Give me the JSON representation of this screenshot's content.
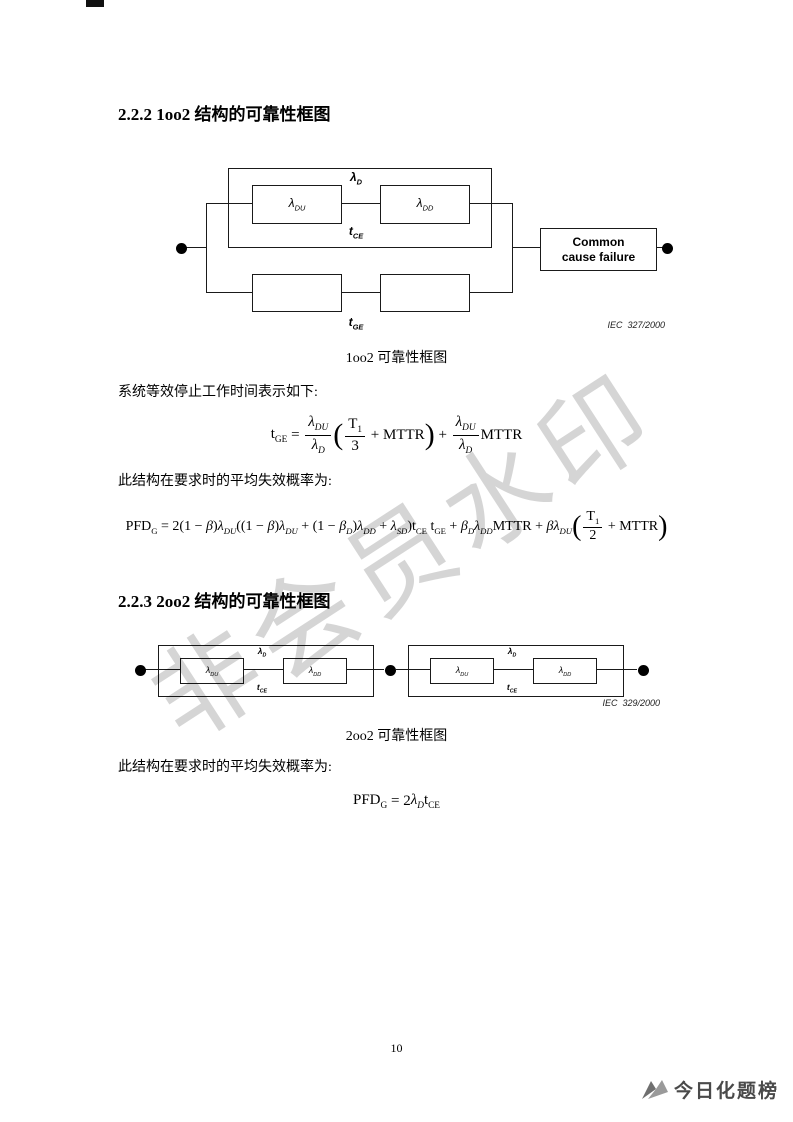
{
  "page": {
    "number": "10",
    "watermark": "非会员水印",
    "brand": "今日化题榜"
  },
  "section_1oo2": {
    "heading": "2.2.2 1oo2 结构的可靠性框图",
    "caption": "1oo2 可靠性框图",
    "intro_tge": "系统等效停止工作时间表示如下:",
    "intro_pfd": "此结构在要求时的平均失效概率为:",
    "diagram": {
      "iec_ref": "IEC  327/2000",
      "ccf_line1": "Common",
      "ccf_line2": "cause failure",
      "lambda_du": {
        "base": "λ",
        "sub": "DU"
      },
      "lambda_dd": {
        "base": "λ",
        "sub": "DD"
      },
      "lambda_d": {
        "base": "λ",
        "sub": "D"
      },
      "t_ce": {
        "base": "t",
        "sub": "CE"
      },
      "t_ge": {
        "base": "t",
        "sub": "GE"
      }
    }
  },
  "section_2oo2": {
    "heading": "2.2.3 2oo2 结构的可靠性框图",
    "caption": "2oo2 可靠性框图",
    "intro_pfd": "此结构在要求时的平均失效概率为:",
    "diagram": {
      "iec_ref": "IEC  329/2000",
      "lambda_du": {
        "base": "λ",
        "sub": "DU"
      },
      "lambda_dd": {
        "base": "λ",
        "sub": "DD"
      },
      "lambda_d": {
        "base": "λ",
        "sub": "D"
      },
      "t_ce": {
        "base": "t",
        "sub": "CE"
      }
    }
  },
  "formulas": {
    "tge": [
      {
        "t": "t",
        "s": "GE"
      },
      {
        "t": " = "
      },
      {
        "frac": {
          "num": [
            {
              "t": "λ",
              "s": "DU",
              "it": true
            }
          ],
          "den": [
            {
              "t": "λ",
              "s": "D",
              "it": true
            }
          ]
        }
      },
      {
        "paren": "("
      },
      {
        "frac": {
          "num": [
            {
              "t": "T",
              "s": "1"
            }
          ],
          "den": [
            {
              "t": "3"
            }
          ]
        }
      },
      {
        "t": " + MTTR"
      },
      {
        "paren": ")"
      },
      {
        "t": " + "
      },
      {
        "frac": {
          "num": [
            {
              "t": "λ",
              "s": "DU",
              "it": true
            }
          ],
          "den": [
            {
              "t": "λ",
              "s": "D",
              "it": true
            }
          ]
        }
      },
      {
        "t": "MTTR"
      }
    ],
    "pfd_1oo2": [
      {
        "t": "PFD",
        "s": "G"
      },
      {
        "t": " = 2(1 − "
      },
      {
        "t": "β",
        "it": true
      },
      {
        "t": ")"
      },
      {
        "t": "λ",
        "s": "DU",
        "it": true
      },
      {
        "t": "((1 − "
      },
      {
        "t": "β",
        "it": true
      },
      {
        "t": ")"
      },
      {
        "t": "λ",
        "s": "DU",
        "it": true
      },
      {
        "t": " + (1 − "
      },
      {
        "t": "β",
        "s": "D",
        "it": true
      },
      {
        "t": ")"
      },
      {
        "t": "λ",
        "s": "DD",
        "it": true
      },
      {
        "t": " + "
      },
      {
        "t": "λ",
        "s": "SD",
        "it": true
      },
      {
        "t": ")"
      },
      {
        "t": "t",
        "s": "CE"
      },
      {
        "t": " "
      },
      {
        "t": "t",
        "s": "GE"
      },
      {
        "t": " + "
      },
      {
        "t": "β",
        "s": "D",
        "it": true
      },
      {
        "t": "λ",
        "s": "DD",
        "it": true
      },
      {
        "t": "MTTR + "
      },
      {
        "t": "β",
        "it": true
      },
      {
        "t": "λ",
        "s": "DU",
        "it": true
      },
      {
        "paren": "("
      },
      {
        "frac": {
          "num": [
            {
              "t": "T",
              "s": "1"
            }
          ],
          "den": [
            {
              "t": "2"
            }
          ]
        }
      },
      {
        "t": " + MTTR"
      },
      {
        "paren": ")"
      }
    ],
    "pfd_2oo2": [
      {
        "t": "PFD",
        "s": "G"
      },
      {
        "t": " = 2"
      },
      {
        "t": "λ",
        "s": "D",
        "it": true
      },
      {
        "t": "t",
        "s": "CE"
      }
    ]
  }
}
